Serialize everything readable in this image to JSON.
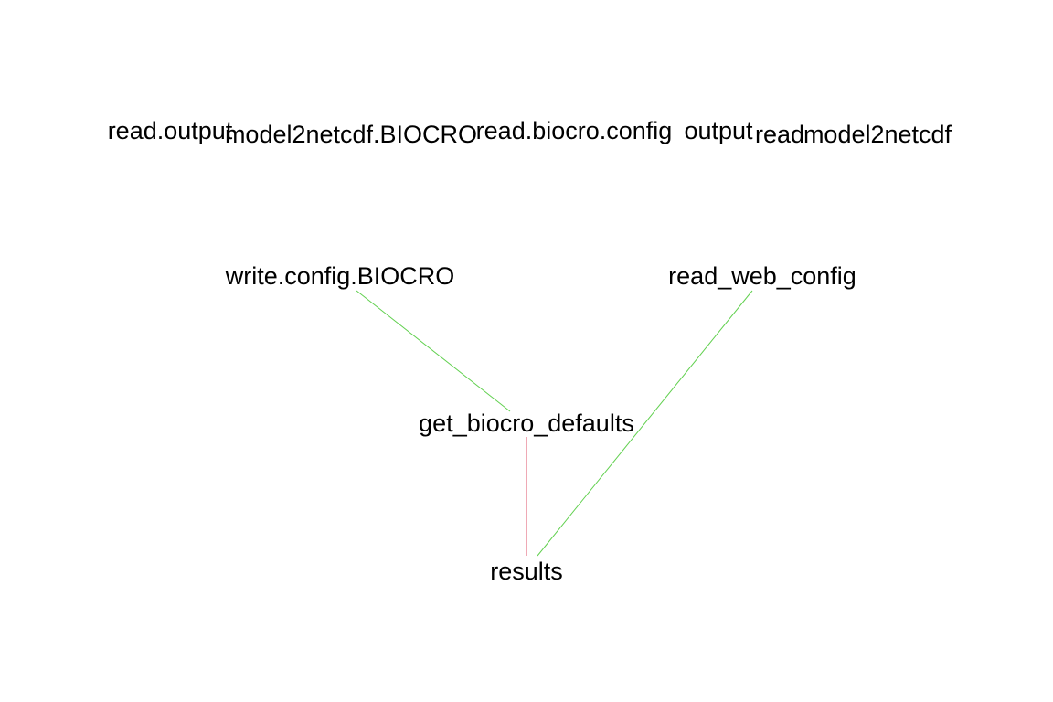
{
  "nodes": [
    {
      "id": "read.output",
      "label": "read.output"
    },
    {
      "id": "model2netcdf.BIOCRO",
      "label": "model2netcdf.BIOCRO"
    },
    {
      "id": "read.biocro.config",
      "label": "read.biocro.config"
    },
    {
      "id": "output",
      "label": "output"
    },
    {
      "id": "read",
      "label": "read"
    },
    {
      "id": "model2netcdf",
      "label": "model2netcdf"
    },
    {
      "id": "write.config.BIOCRO",
      "label": "write.config.BIOCRO"
    },
    {
      "id": "read_web_config",
      "label": "read_web_config"
    },
    {
      "id": "get_biocro_defaults",
      "label": "get_biocro_defaults"
    },
    {
      "id": "results",
      "label": "results"
    }
  ],
  "edges": [
    {
      "from": "write.config.BIOCRO",
      "to": "get_biocro_defaults",
      "color": "#61D04F"
    },
    {
      "from": "read_web_config",
      "to": "results",
      "color": "#61D04F"
    },
    {
      "from": "get_biocro_defaults",
      "to": "results",
      "color": "#DF536B"
    }
  ]
}
